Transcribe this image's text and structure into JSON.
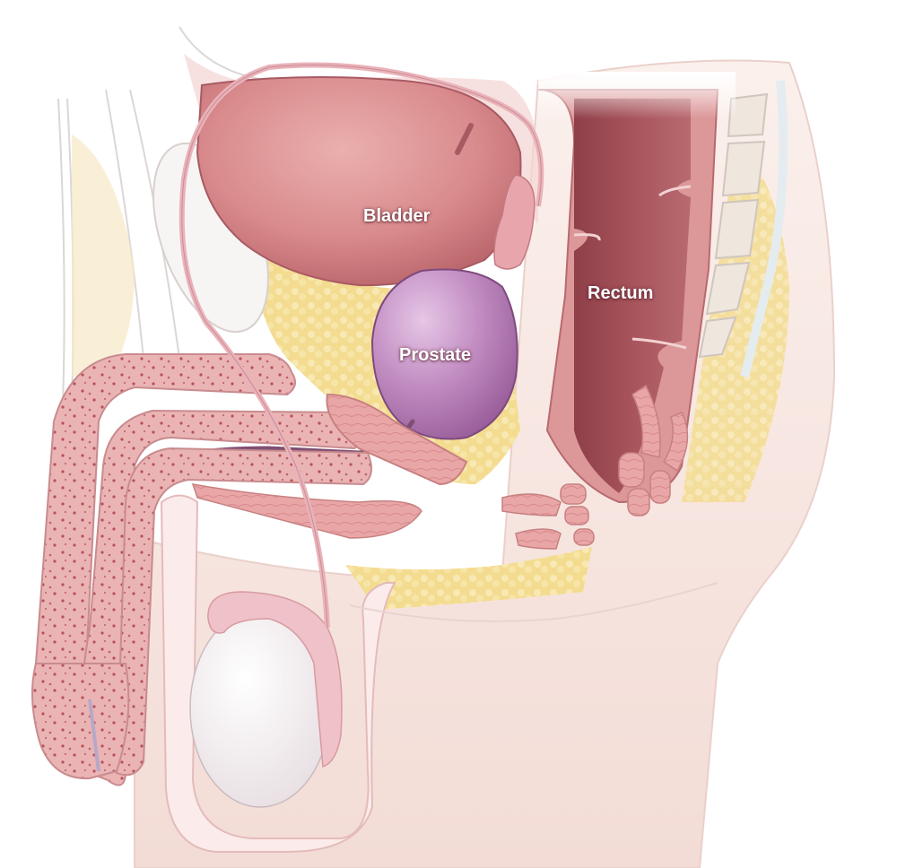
{
  "diagram": {
    "subject": "Male pelvic anatomy, sagittal view",
    "labels": {
      "bladder": "Bladder",
      "prostate": "Prostate",
      "rectum": "Rectum"
    },
    "colors": {
      "background": "#ffffff",
      "skin": "#f6e6e0",
      "skin_outline": "#e3b9b6",
      "bladder": "#d98a8c",
      "bladder_dark": "#b8646a",
      "prostate": "#b57cb5",
      "prostate_light": "#d3a6d3",
      "rectum_wall": "#d98e8e",
      "rectum_lumen": "#9c4a52",
      "fat": "#f3dd92",
      "fat_light": "#f8eab8",
      "erectile_tissue": "#eab5b5",
      "erectile_dots": "#b8505a",
      "testis": "#f2eef0",
      "vas_deferens": "#ecb7bd",
      "bone": "#efe5dd",
      "fascia": "#e8eef2"
    }
  }
}
